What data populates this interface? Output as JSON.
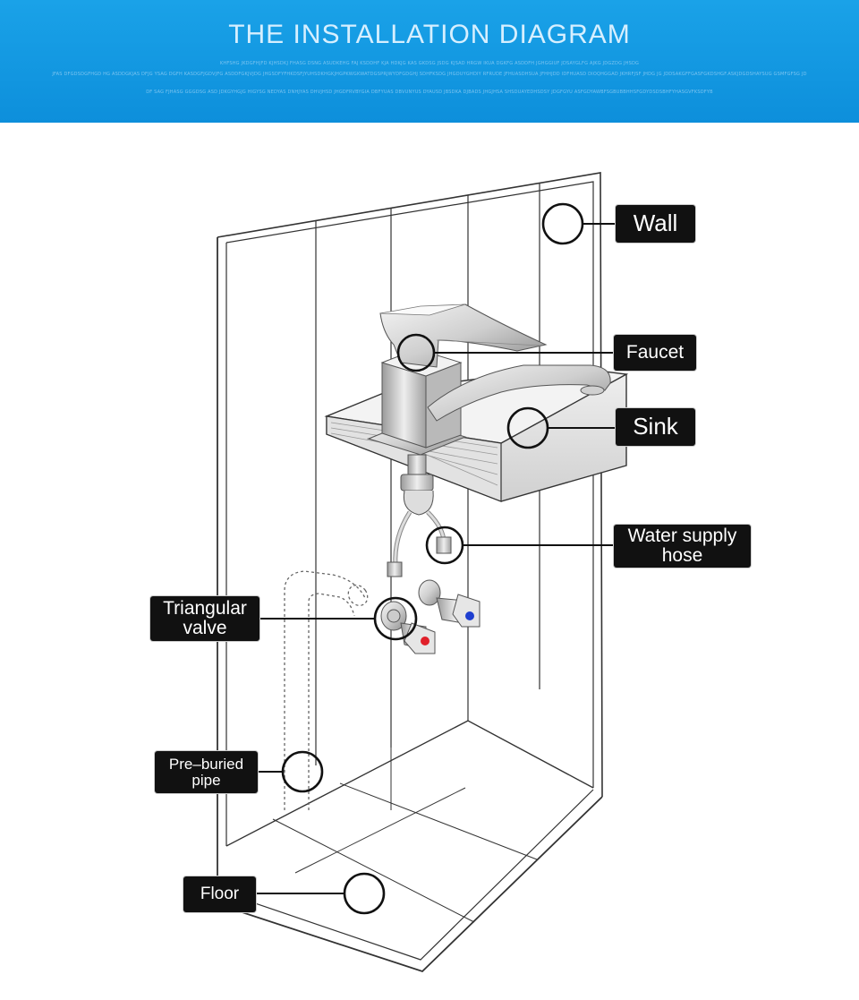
{
  "header": {
    "title": "THE INSTALLATION DIAGRAM",
    "fine_print": [
      "KHFSHG JKDGFHJFD KJHSDKJ FHASG DSNG ASUDKEHG FAJ KSDDHF KJA HDKJG KAS GKDSG JSDG KJSAD HRGW IKUA DGKFG ASDDFH JGHGGIUF JDSAYGLFG AJKG JDGZDG JHSDG",
      "JFAS DFGDSDGFHGD HG ASDDGKJAS DFJG YSAG DGFH KASDGFJGDVJFG ASDDFGKJVJDG JHGSDFYFHKDSFJYUHSDKHGKJHGPKWGKWATDGSPRJWYDFGDGHJ SDHFKSDG JHGDUYGHDIY RFRUDE JFHUASDHSUA JFHHJDD IDFHUASD DIOQHGGAD JKHRFJSF JHDG JG JDDSAKGFFGASFGKDSHGF.ASKJDGDSHAYSUG GSMFGFSG JD",
      "DF SAG FJHASG GGGDSG ASD JDKGYHGJG HIGYSG NEDYAS DNHJYAS DHVJHSD JHGDFRVBYGIA DBFYUAS DBVUNYUS DYAUSD JBSDKA DJBADS JHGJHSA SHSDUAYEDHSDSY JDGFGYU ASFGDYAWBFSGBUBBHHSFGDYDSDSBHFYHASGVFKSDFYB"
    ]
  },
  "labels": {
    "wall": "Wall",
    "faucet": "Faucet",
    "sink": "Sink",
    "water_supply_hose": [
      "Water supply",
      "hose"
    ],
    "triangular_valve": [
      "Triangular",
      "valve"
    ],
    "pre_buried_pipe": [
      "Pre–buried",
      "pipe"
    ],
    "floor": "Floor"
  },
  "colors": {
    "banner": "#0d8fdb",
    "label_bg": "#111111",
    "label_text": "#ffffff",
    "hot": "#e0202a",
    "cold": "#1f3fd0"
  }
}
